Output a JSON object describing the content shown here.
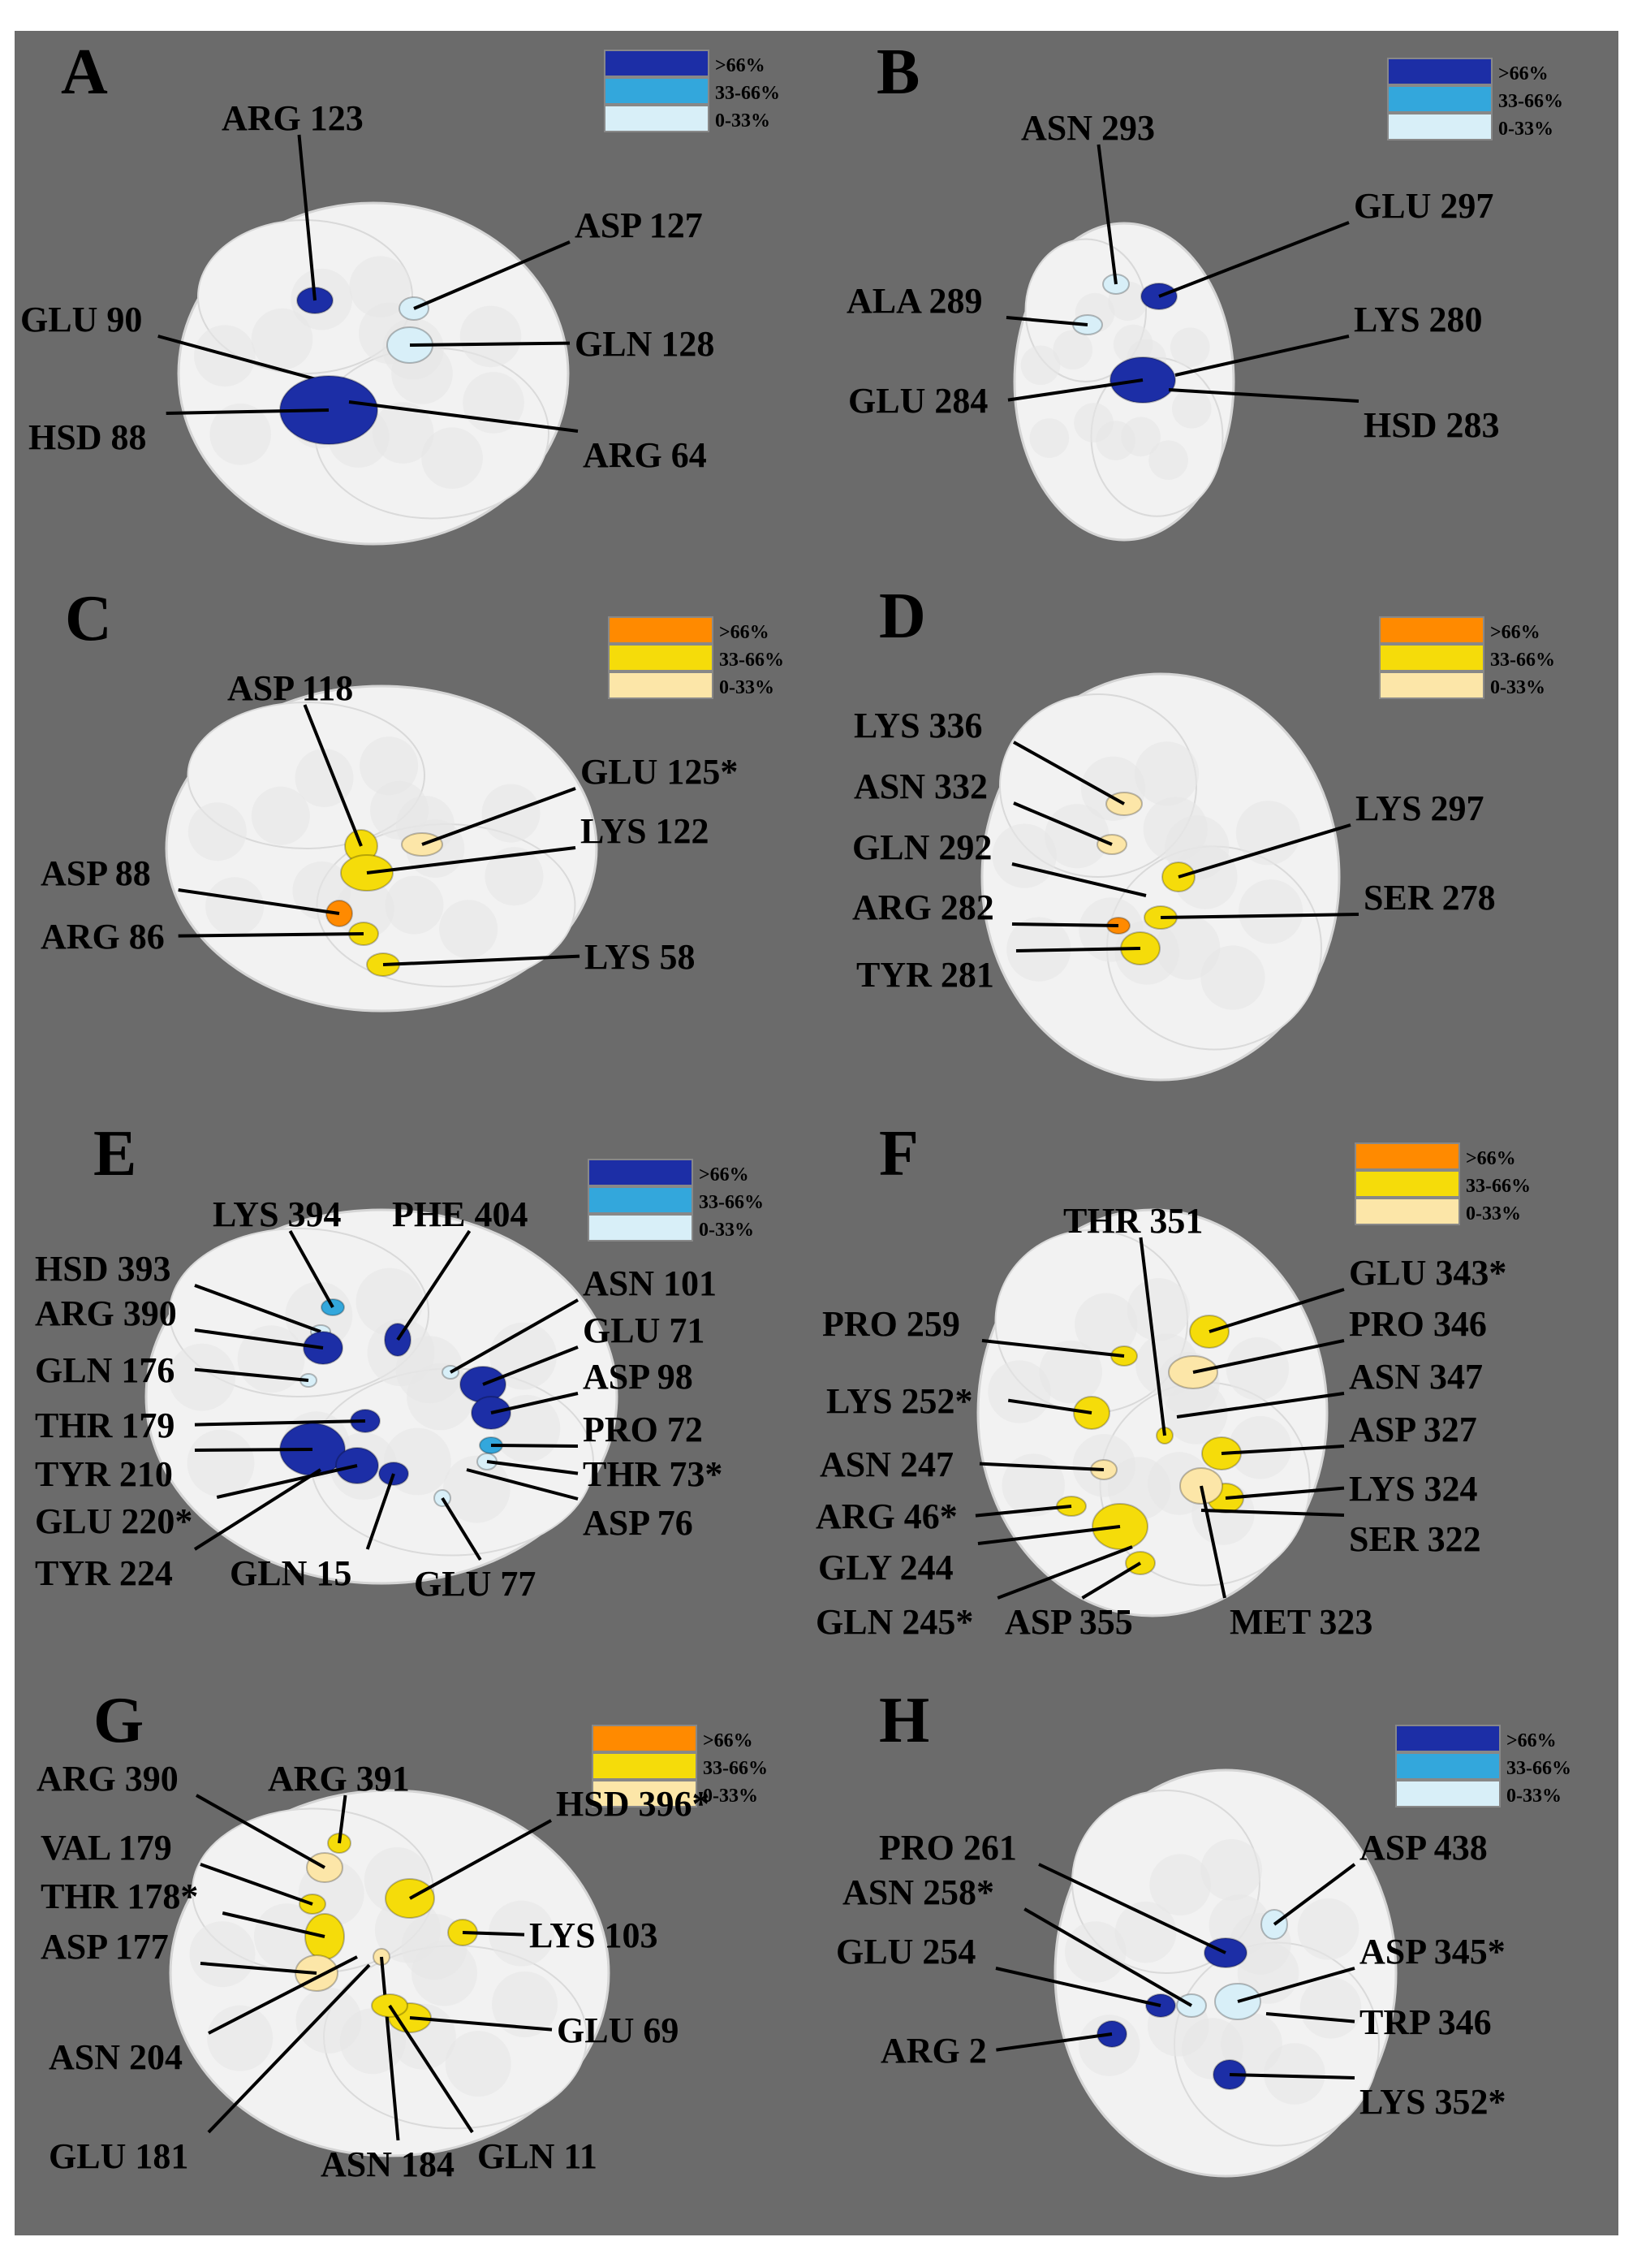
{
  "colors": {
    "background": "#6b6b6b",
    "protein": "#f2f2f2",
    "leader": "#000000",
    "blue_high": "#1c2ea6",
    "blue_mid": "#33a7dc",
    "blue_low": "#d8eff8",
    "orange_high": "#ff8a00",
    "orange_mid": "#f5dc0a",
    "orange_low": "#fce6a8"
  },
  "legend_labels": [
    ">66%",
    "33-66%",
    "0-33%"
  ],
  "panels": [
    {
      "letter": "A",
      "scheme": "blue",
      "labels": [
        {
          "text": "ARG 123",
          "cls": "high"
        },
        {
          "text": "ASP 127",
          "cls": "low"
        },
        {
          "text": "GLU 90",
          "cls": "high"
        },
        {
          "text": "GLN 128",
          "cls": "low"
        },
        {
          "text": "HSD 88",
          "cls": "high"
        },
        {
          "text": "ARG 64",
          "cls": "high"
        }
      ]
    },
    {
      "letter": "B",
      "scheme": "blue",
      "labels": [
        {
          "text": "ASN 293",
          "cls": "low"
        },
        {
          "text": "GLU 297",
          "cls": "high"
        },
        {
          "text": "ALA 289",
          "cls": "low"
        },
        {
          "text": "LYS 280",
          "cls": "high"
        },
        {
          "text": "GLU 284",
          "cls": "high"
        },
        {
          "text": "HSD 283",
          "cls": "high"
        }
      ]
    },
    {
      "letter": "C",
      "scheme": "orange",
      "labels": [
        {
          "text": "ASP 118",
          "cls": "mid"
        },
        {
          "text": "GLU 125*",
          "cls": "low"
        },
        {
          "text": "LYS 122",
          "cls": "mid"
        },
        {
          "text": "ASP 88",
          "cls": "high"
        },
        {
          "text": "ARG 86",
          "cls": "mid"
        },
        {
          "text": "LYS 58",
          "cls": "mid"
        }
      ]
    },
    {
      "letter": "D",
      "scheme": "orange",
      "labels": [
        {
          "text": "LYS 336",
          "cls": "low"
        },
        {
          "text": "ASN 332",
          "cls": "low"
        },
        {
          "text": "LYS 297",
          "cls": "mid"
        },
        {
          "text": "GLN 292",
          "cls": "mid"
        },
        {
          "text": "ARG 282",
          "cls": "high"
        },
        {
          "text": "SER 278",
          "cls": "mid"
        },
        {
          "text": "TYR 281",
          "cls": "mid"
        }
      ]
    },
    {
      "letter": "E",
      "scheme": "blue",
      "labels": [
        {
          "text": "LYS 394",
          "cls": "mid"
        },
        {
          "text": "PHE 404",
          "cls": "high"
        },
        {
          "text": "HSD 393",
          "cls": "low"
        },
        {
          "text": "ASN 101",
          "cls": "low"
        },
        {
          "text": "ARG 390",
          "cls": "high"
        },
        {
          "text": "GLU 71",
          "cls": "high"
        },
        {
          "text": "GLN 176",
          "cls": "low"
        },
        {
          "text": "ASP 98",
          "cls": "high"
        },
        {
          "text": "THR 179",
          "cls": "high"
        },
        {
          "text": "PRO 72",
          "cls": "mid"
        },
        {
          "text": "TYR 210",
          "cls": "high"
        },
        {
          "text": "THR 73*",
          "cls": "low"
        },
        {
          "text": "GLU 220*",
          "cls": "high"
        },
        {
          "text": "ASP 76",
          "cls": "high"
        },
        {
          "text": "TYR 224",
          "cls": "high"
        },
        {
          "text": "GLN 15",
          "cls": "high"
        },
        {
          "text": "GLU 77",
          "cls": "low"
        }
      ]
    },
    {
      "letter": "F",
      "scheme": "orange",
      "labels": [
        {
          "text": "THR 351",
          "cls": "mid"
        },
        {
          "text": "GLU 343*",
          "cls": "mid"
        },
        {
          "text": "PRO 259",
          "cls": "mid"
        },
        {
          "text": "PRO 346",
          "cls": "low"
        },
        {
          "text": "LYS 252*",
          "cls": "mid"
        },
        {
          "text": "ASN 347",
          "cls": "low"
        },
        {
          "text": "ASN 247",
          "cls": "low"
        },
        {
          "text": "ASP 327",
          "cls": "mid"
        },
        {
          "text": "ARG 46*",
          "cls": "mid"
        },
        {
          "text": "LYS 324",
          "cls": "mid"
        },
        {
          "text": "GLY 244",
          "cls": "mid"
        },
        {
          "text": "SER 322",
          "cls": "mid"
        },
        {
          "text": "GLN 245*",
          "cls": "mid"
        },
        {
          "text": "ASP 355",
          "cls": "mid"
        },
        {
          "text": "MET 323",
          "cls": "low"
        }
      ]
    },
    {
      "letter": "G",
      "scheme": "orange",
      "labels": [
        {
          "text": "ARG 390",
          "cls": "low"
        },
        {
          "text": "ARG 391",
          "cls": "mid"
        },
        {
          "text": "HSD 396*",
          "cls": "mid"
        },
        {
          "text": "VAL 179",
          "cls": "mid"
        },
        {
          "text": "THR 178*",
          "cls": "mid"
        },
        {
          "text": "ASP 177",
          "cls": "low"
        },
        {
          "text": "LYS 103",
          "cls": "mid"
        },
        {
          "text": "ASN 204",
          "cls": "mid"
        },
        {
          "text": "GLU 69",
          "cls": "mid"
        },
        {
          "text": "GLU 181",
          "cls": "mid"
        },
        {
          "text": "ASN 184",
          "cls": "low"
        },
        {
          "text": "GLN 11",
          "cls": "mid"
        }
      ]
    },
    {
      "letter": "H",
      "scheme": "blue",
      "labels": [
        {
          "text": "PRO 261",
          "cls": "high"
        },
        {
          "text": "ASP 438",
          "cls": "low"
        },
        {
          "text": "ASN 258*",
          "cls": "low"
        },
        {
          "text": "ASP 345*",
          "cls": "low"
        },
        {
          "text": "GLU 254",
          "cls": "high"
        },
        {
          "text": "TRP 346",
          "cls": "low"
        },
        {
          "text": "ARG 2",
          "cls": "high"
        },
        {
          "text": "LYS 352*",
          "cls": "high"
        }
      ]
    }
  ]
}
